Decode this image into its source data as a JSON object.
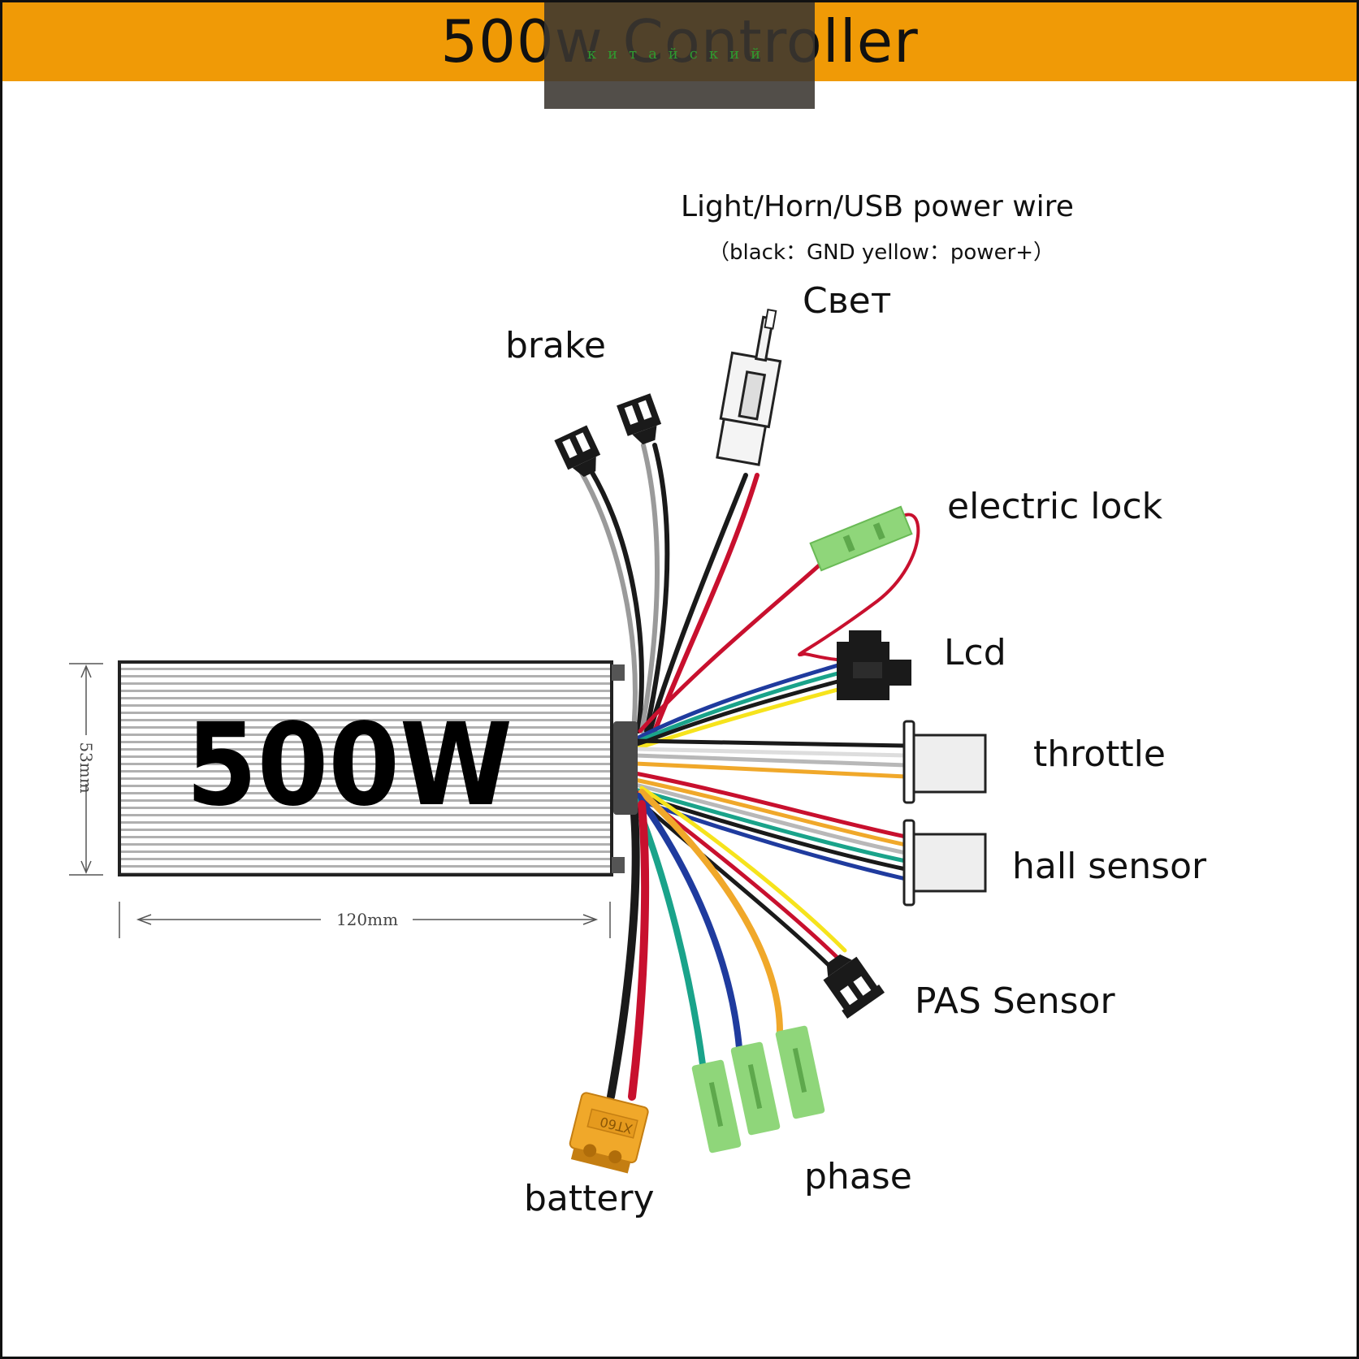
{
  "title": "500w Controller",
  "watermark": "китайский",
  "controller": {
    "power_label": "500W",
    "height_dim": "53mm",
    "width_dim": "120mm"
  },
  "labels": {
    "power_wire_title": "Light/Horn/USB power wire",
    "power_wire_note": "（black：GND yellow：power+）",
    "light": "Свет",
    "brake": "brake",
    "electric_lock": "electric lock",
    "lcd": "Lcd",
    "throttle": "throttle",
    "hall_sensor": "hall sensor",
    "pas_sensor": "PAS Sensor",
    "phase": "phase",
    "battery": "battery",
    "battery_connector": "XT60"
  },
  "colors": {
    "title_bar": "#f09a06",
    "black": "#1a1a1a",
    "red": "#c8102e",
    "gray": "#9a9a9a",
    "blue": "#1f3b9e",
    "green": "#1aa38a",
    "yellow": "#f6e31c",
    "orange": "#f0a82a",
    "connector_green": "#8fd67a",
    "connector_orange": "#f0a82a"
  }
}
